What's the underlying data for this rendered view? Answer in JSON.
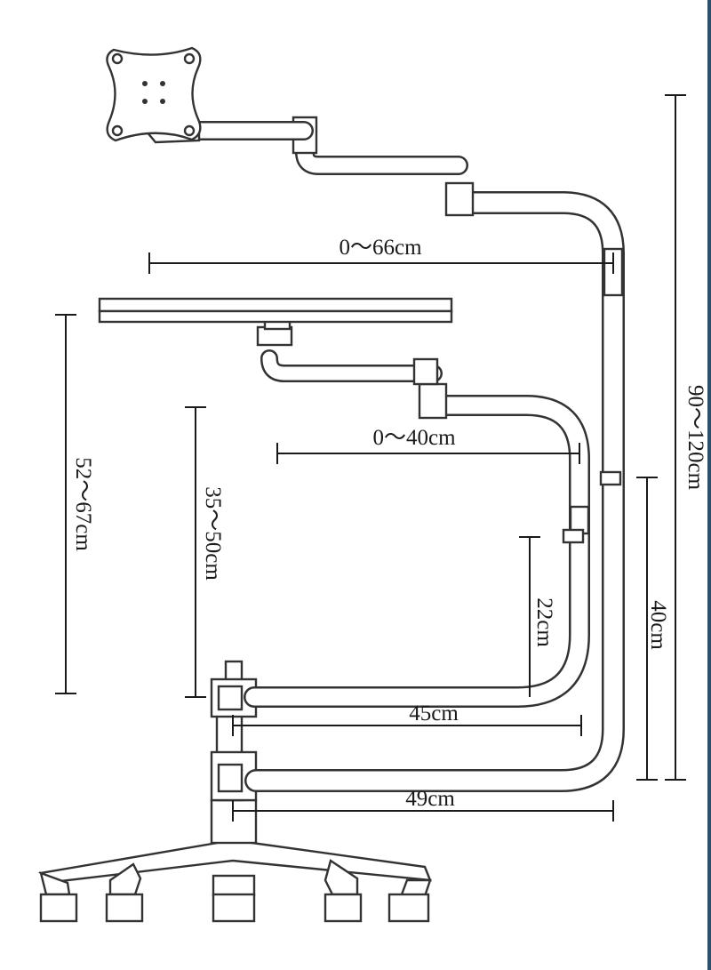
{
  "colors": {
    "outline": "#333333",
    "dimension_line": "#1a1a1a",
    "frame_accent": "#2c4f6b",
    "background": "#ffffff"
  },
  "dimensions": {
    "monitor_arm_reach": "0～66cm",
    "keyboard_arm_reach": "0～40cm",
    "overall_height": "90～120cm",
    "tray_height": "52～67cm",
    "arm_height": "35～50cm",
    "upper_segment": "22cm",
    "mid_segment": "40cm",
    "upper_arm_length": "45cm",
    "lower_arm_length": "49cm"
  }
}
